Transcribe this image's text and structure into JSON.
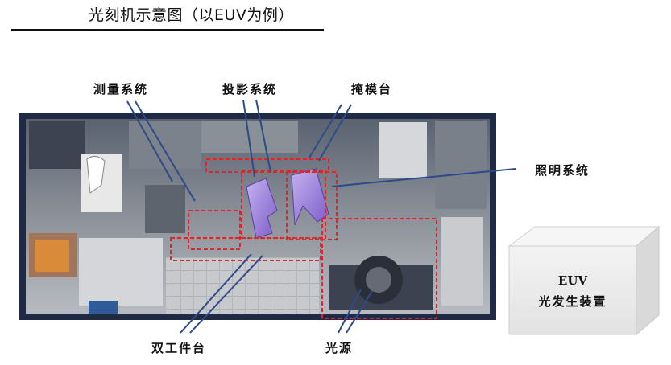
{
  "title": "光刻机示意图（以EUV为例）",
  "labels": {
    "measurement": "测量系统",
    "projection": "投影系统",
    "mask_stage": "掩模台",
    "illumination": "照明系统",
    "dual_stage": "双工件台",
    "light_source": "光源"
  },
  "euv_box": {
    "line1": "EUV",
    "line2": "光发生装置"
  },
  "colors": {
    "frame": "#1f2a44",
    "highlight": "#e0242b",
    "leader": "#2f4a8a",
    "projection_optic": "#9b7fd6",
    "machine_interior": "#8f949b"
  }
}
